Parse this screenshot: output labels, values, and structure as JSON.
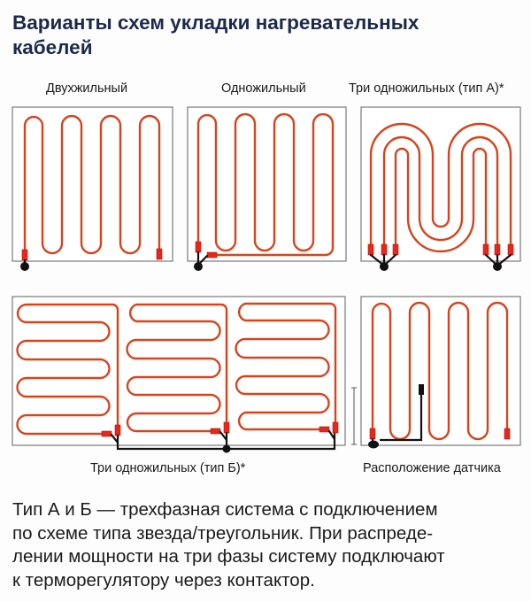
{
  "title": {
    "line1": "Варианты схем укладки нагревательных",
    "line2": "кабелей"
  },
  "diagrams": [
    {
      "id": "two-core",
      "label": "Двухжильный"
    },
    {
      "id": "single-core",
      "label": "Одножильный"
    },
    {
      "id": "three-single-core-type-a",
      "label": "Три одножильных (тип А)*"
    },
    {
      "id": "three-single-core-type-b",
      "label": "Три одножильных (тип Б)*"
    },
    {
      "id": "sensor-location",
      "label": "Расположение датчика"
    }
  ],
  "note": {
    "lines": [
      "Тип А и Б — трехфазная система с подключением",
      "по схеме типа звезда/треугольник. При распреде-",
      "лении мощности на три фазы систему подключают",
      "к терморегулятору через контактор."
    ]
  },
  "colors": {
    "cable": "#d9431c",
    "cable_edge": "#a82a10",
    "connector": "#e8261a",
    "wire": "#111111",
    "panel_border": "#7a7a7a",
    "title": "#1c2a4a"
  }
}
